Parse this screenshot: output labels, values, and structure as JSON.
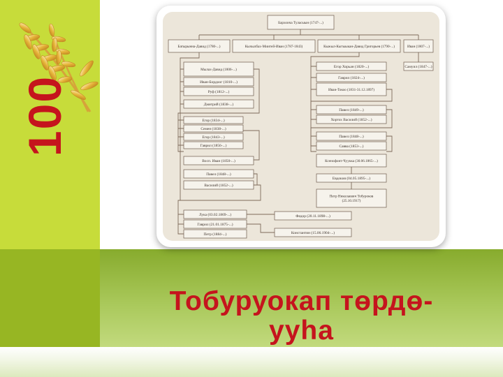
{
  "badge": {
    "number": "100",
    "icon": "wheat-icon"
  },
  "title": {
    "line1": "Тобуруокап төрдө-",
    "line2": "ууhа"
  },
  "family_tree": {
    "nodes": {
      "root": "Бархоича Туласыын (1747-...)",
      "g1_a": "Батырынна-Давид (1780-...)",
      "g1_b": "Кычылбах-Миитей-Иван (1787-1843)",
      "g1_c": "Кыжыл-Кытыыкан-Давид Григорьев (1790-...)",
      "g1_d": "Иван (1807-...)",
      "a1": "Мылах-Давид (1806-...)",
      "a2": "Иван-Бордоог (1810-...)",
      "a3": "Руф (1812-...)",
      "a4": "Дмитрий (1838-...)",
      "a5": "Егор (1834-...)",
      "a6": "Семен (1838-...)",
      "a7": "Егор (1843-...)",
      "a8": "Гаврил (1856-...)",
      "a9": "Восп. Иван (1850-...)",
      "a10": "Павел (1848-...)",
      "a11": "Василий (1852-...)",
      "a12": "Лука (03.02.1869-...)",
      "a13": "Гаврил (21.01.1875-...)",
      "a14": "Петр (1884-...)",
      "a15": "Федор (20.11.1898-...)",
      "a16": "Константин (15.06.1904-...)",
      "c1": "Егор Хорьан (1820-...)",
      "c2": "Гаврил (1824-...)",
      "c3": "Иван-Токоо (1831-31.12.1897)",
      "c4": "Павел (1849-...)",
      "c5": "Хортох Василий (1852-...)",
      "c6": "Павел (1848-...)",
      "c7": "Савва (1853-...)",
      "c8": "Ксенофонт-Чуукка (30.06.1865-...)",
      "c9": "Евдокия (04.05.1895-...)",
      "c10": "Петр Николаевич Тобуроков (25.10.1917)",
      "d1": "Самуил (1847-...)"
    }
  },
  "colors": {
    "title": "#c5141d",
    "number": "#c5141d",
    "sidebar": "#c7dc3a",
    "band_dark": "#97b623",
    "band_light": "#a9c85a"
  }
}
